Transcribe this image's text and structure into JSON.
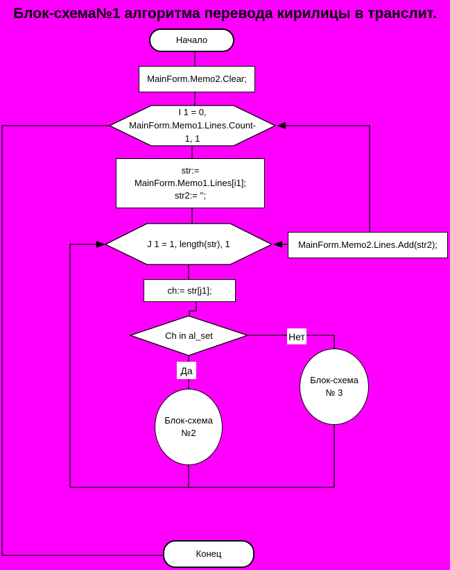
{
  "title": "Блок-схема№1 алгоритма перевода кирилицы в транслит.",
  "colors": {
    "background": "#FF00FF",
    "shape_fill": "#FFFFFF",
    "line": "#000000",
    "text": "#000000"
  },
  "nodes": {
    "start": {
      "label": "Начало"
    },
    "clear": {
      "label": "MainForm.Memo2.Clear;"
    },
    "loop_i": {
      "line1": "I 1 = 0,",
      "line2": "MainForm.Memo1.Lines.Count-",
      "line3": "1, 1"
    },
    "assign_str": {
      "line1": "str:=",
      "line2": "MainForm.Memo1.Lines[i1];",
      "line3": "str2:= '';"
    },
    "loop_j": {
      "label": "J 1 = 1, length(str), 1"
    },
    "add": {
      "label": "MainForm.Memo2.Lines.Add(str2);"
    },
    "assign_ch": {
      "label": "ch:= str[j1];"
    },
    "decision": {
      "label": "Ch in al_set"
    },
    "block2": {
      "line1": "Блок-схема",
      "line2": "№2"
    },
    "block3": {
      "line1": "Блок-схема",
      "line2": "№ 3"
    },
    "end": {
      "label": "Конец"
    }
  },
  "edges": {
    "yes_label": "Да",
    "no_label": "Нет"
  }
}
